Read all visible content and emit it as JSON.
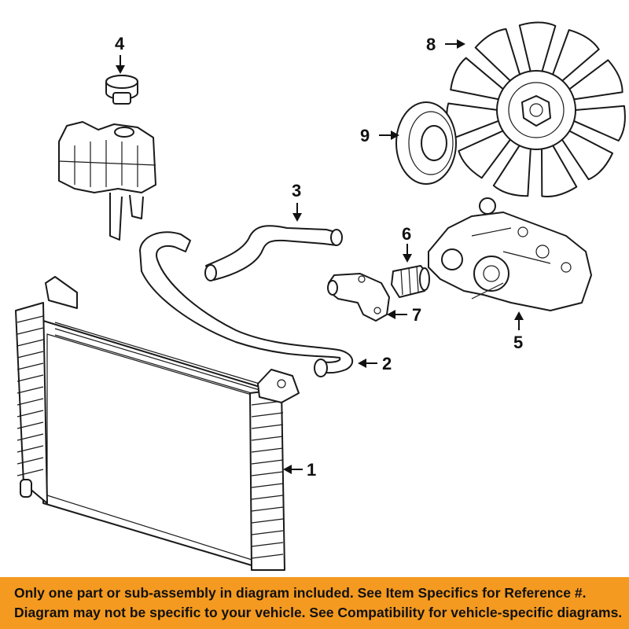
{
  "diagram": {
    "callouts": {
      "c1": "1",
      "c2": "2",
      "c3": "3",
      "c4": "4",
      "c5": "5",
      "c6": "6",
      "c7": "7",
      "c8": "8",
      "c9": "9"
    }
  },
  "banner": {
    "line1": "Only one part or sub-assembly in diagram included. See Item Specifics for Reference #.",
    "line2": "Diagram may not be specific to your vehicle. See Compatibility for vehicle-specific diagrams.",
    "background_color": "#f59a20"
  }
}
